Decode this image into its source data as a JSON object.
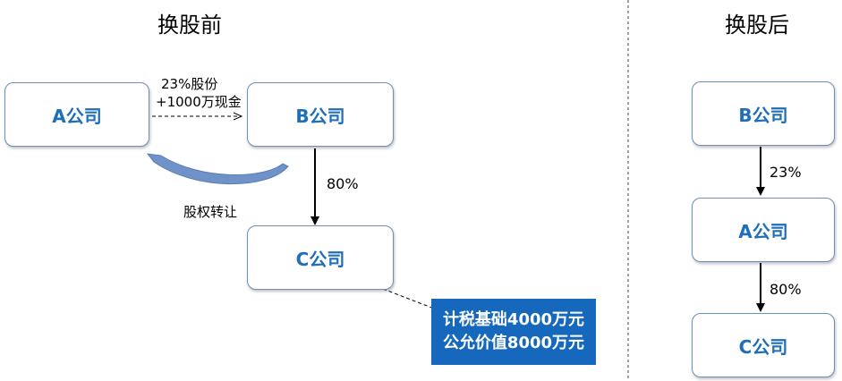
{
  "before": {
    "title": "换股前",
    "company_a": "A公司",
    "company_b": "B公司",
    "company_c": "C公司",
    "consideration_line1": "23%股份",
    "consideration_line2": "+1000万现金",
    "b_to_c_pct": "80%",
    "transfer_label": "股权转让",
    "note_line1": "计税基础4000万元",
    "note_line2": "公允价值8000万元"
  },
  "after": {
    "title": "换股后",
    "company_b": "B公司",
    "company_a": "A公司",
    "company_c": "C公司",
    "b_to_a_pct": "23%",
    "a_to_c_pct": "80%"
  },
  "colors": {
    "box_text": "#1f6fb8",
    "box_border": "#6e8fb8",
    "note_bg": "#1668bd",
    "curved_arrow": "#6f93c8"
  }
}
